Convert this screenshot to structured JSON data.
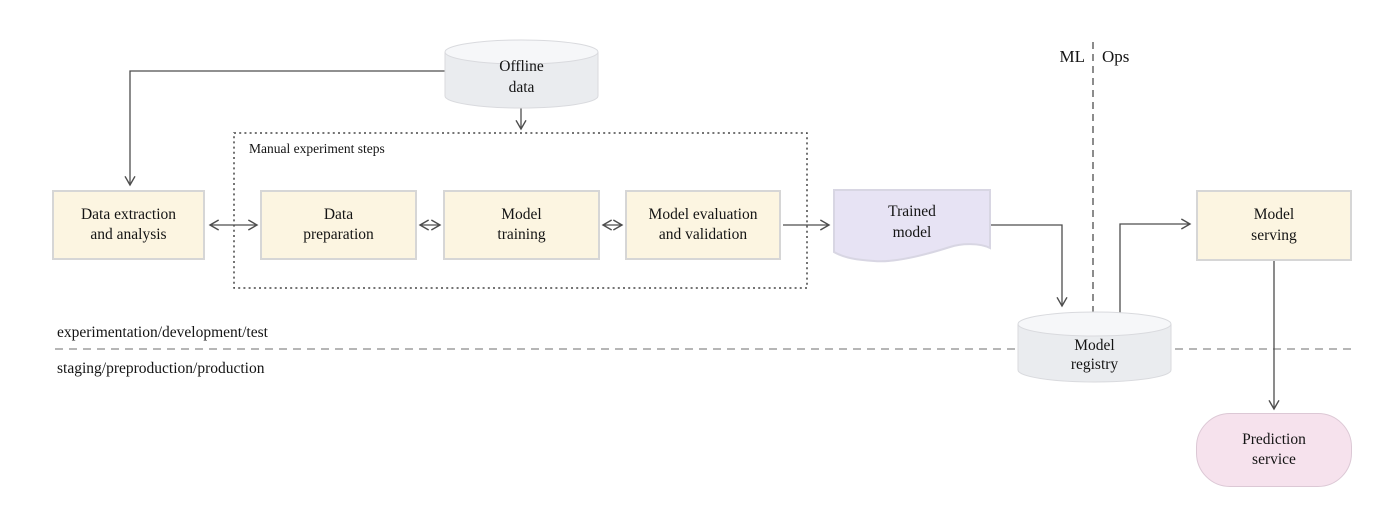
{
  "colors": {
    "cream": "#FCF5E1",
    "box_border": "#D6D6D6",
    "lavender": "#E7E3F4",
    "lavender_border": "#D8D6E3",
    "pink": "#F6E2ED",
    "pink_border": "#DCC8D5",
    "cyl_body": "#EAECEF",
    "cyl_top": "#F6F7F9",
    "cyl_border": "#D9DADE",
    "line": "#4D4D4D",
    "dash_stage": "#8A8A8A",
    "dash_mlops": "#6F6F6F",
    "dotted_box": "#474747",
    "text": "#141414"
  },
  "nodes": {
    "offline_data": {
      "line1": "Offline",
      "line2": "data"
    },
    "data_extraction": {
      "line1": "Data extraction",
      "line2": "and analysis"
    },
    "data_preparation": {
      "line1": "Data",
      "line2": "preparation"
    },
    "model_training": {
      "line1": "Model",
      "line2": "training"
    },
    "model_evaluation": {
      "line1": "Model evaluation",
      "line2": "and validation"
    },
    "trained_model": {
      "line1": "Trained",
      "line2": "model"
    },
    "model_registry": {
      "line1": "Model",
      "line2": "registry"
    },
    "model_serving": {
      "line1": "Model",
      "line2": "serving"
    },
    "prediction_service": {
      "line1": "Prediction",
      "line2": "service"
    }
  },
  "labels": {
    "experiment_group": "Manual experiment steps",
    "ml": "ML",
    "ops": "Ops",
    "zone_top": "experimentation/development/test",
    "zone_bottom": "staging/preproduction/production"
  }
}
